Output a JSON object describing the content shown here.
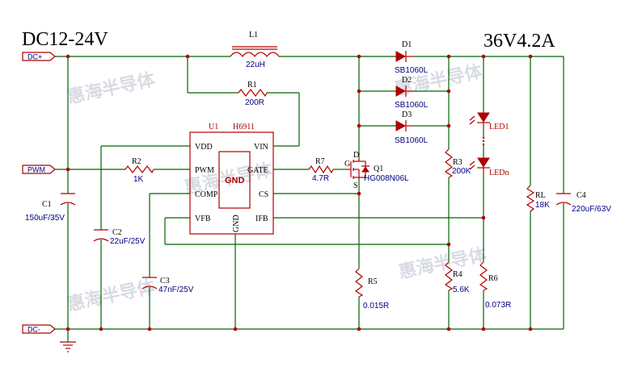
{
  "titles": {
    "input": "DC12-24V",
    "output": "36V4.2A"
  },
  "ports": {
    "dc_plus": "DC+",
    "pwm": "PWM",
    "dc_minus": "DC-"
  },
  "ic": {
    "ref": "U1",
    "part": "H6911",
    "gnd_box": "GND",
    "pins": {
      "vdd": "VDD",
      "pwm": "PWM",
      "comp": "COMP",
      "vfb": "VFB",
      "gnd": "GND",
      "vin": "VIN",
      "gate": "GATE",
      "cs": "CS",
      "ifb": "IFB"
    }
  },
  "parts": {
    "L1": {
      "ref": "L1",
      "value": "22uH"
    },
    "R1": {
      "ref": "R1",
      "value": "200R"
    },
    "R2": {
      "ref": "R2",
      "value": "1K"
    },
    "R7": {
      "ref": "R7",
      "value": "4.7R"
    },
    "Q1": {
      "ref": "Q1",
      "value": "HG008N06L",
      "d": "D",
      "g": "G",
      "s": "S"
    },
    "D1": {
      "ref": "D1",
      "value": "SB1060L"
    },
    "D2": {
      "ref": "D2",
      "value": "SB1060L"
    },
    "D3": {
      "ref": "D3",
      "value": "SB1060L"
    },
    "R3": {
      "ref": "R3",
      "value": "200K"
    },
    "R4": {
      "ref": "R4",
      "value": "5.6K"
    },
    "R5": {
      "ref": "R5",
      "value": "0.015R"
    },
    "R6": {
      "ref": "R6",
      "value": "0.073R"
    },
    "RL": {
      "ref": "RL",
      "value": "18K"
    },
    "C1": {
      "ref": "C1",
      "value": "150uF/35V"
    },
    "C2": {
      "ref": "C2",
      "value": "22uF/25V"
    },
    "C3": {
      "ref": "C3",
      "value": "47nF/25V"
    },
    "C4": {
      "ref": "C4",
      "value": "220uF/63V"
    },
    "LED": {
      "first": "LED1",
      "last": "LEDn"
    }
  },
  "watermark": "惠海半导体"
}
